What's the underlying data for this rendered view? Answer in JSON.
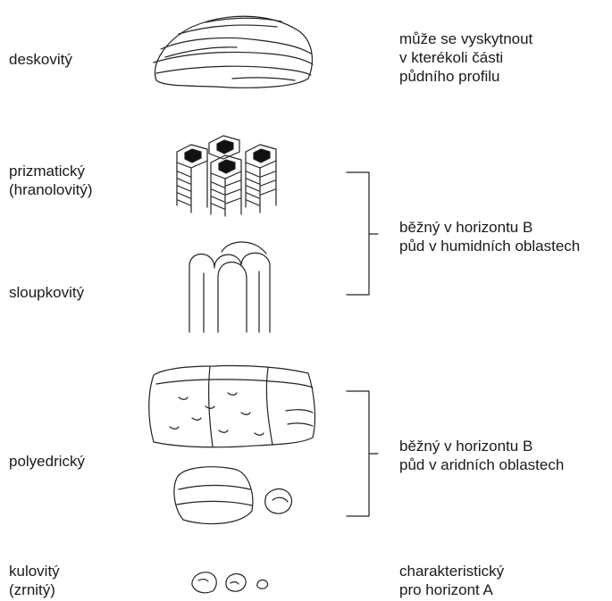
{
  "structures": [
    {
      "lines": [
        "deskovitý"
      ]
    },
    {
      "lines": [
        "prizmatický",
        "(hranolovitý)"
      ]
    },
    {
      "lines": [
        "sloupkovitý"
      ]
    },
    {
      "lines": [
        "polyedrický"
      ]
    },
    {
      "lines": [
        "kulovitý",
        "(zrnitý)"
      ]
    }
  ],
  "descriptions": [
    {
      "lines": [
        "může se vyskytnout",
        "v kterékoli části",
        "půdního profilu"
      ]
    },
    {
      "lines": [
        "běžný v horizontu B",
        "půd v humidních oblastech"
      ]
    },
    {
      "lines": [
        "běžný v horizontu B",
        "půd v aridních oblastech"
      ]
    },
    {
      "lines": [
        "charakteristický",
        "pro horizont A"
      ]
    }
  ]
}
